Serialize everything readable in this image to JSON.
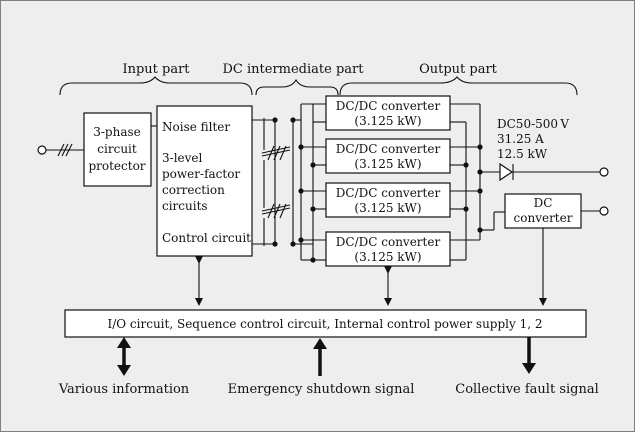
{
  "sections": {
    "input": "Input part",
    "dc_intermediate": "DC intermediate part",
    "output": "Output part"
  },
  "protector": [
    "3-phase",
    "circuit",
    "protector"
  ],
  "main_block": {
    "noise_filter": "Noise filter",
    "pfc": [
      "3-level",
      "power-factor",
      "correction",
      "circuits"
    ],
    "control": "Control circuit"
  },
  "converters": [
    {
      "name": "DC/DC converter",
      "rating": "(3.125 kW)"
    },
    {
      "name": "DC/DC converter",
      "rating": "(3.125 kW)"
    },
    {
      "name": "DC/DC converter",
      "rating": "(3.125 kW)"
    },
    {
      "name": "DC/DC converter",
      "rating": "(3.125 kW)"
    }
  ],
  "output_spec": [
    "DC50-500 V",
    "31.25 A",
    "12.5 kW"
  ],
  "dc_converter": [
    "DC",
    "converter"
  ],
  "io_bar": "I/O circuit, Sequence control circuit, Internal control power supply 1, 2",
  "signals": {
    "various": "Various information",
    "emergency": "Emergency shutdown signal",
    "fault": "Collective fault signal"
  }
}
